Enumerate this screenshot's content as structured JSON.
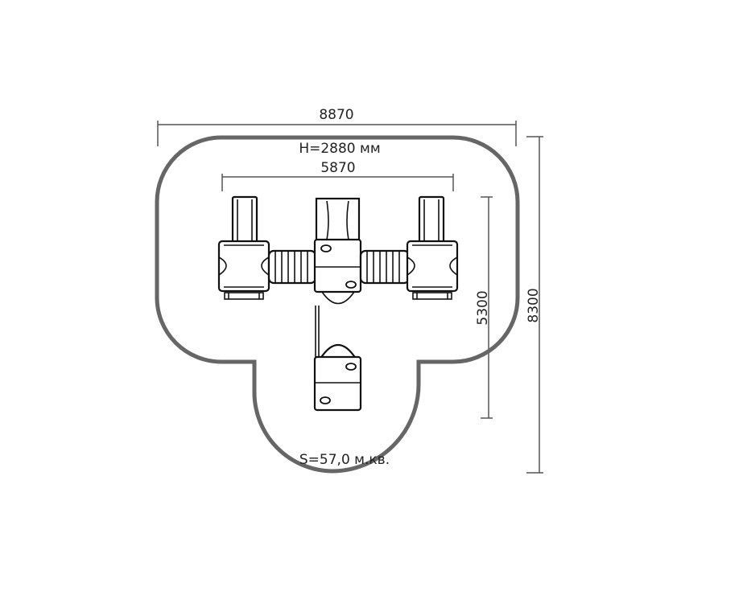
{
  "dimensions": {
    "overall_width": "8870",
    "height_label": "H=2880 мм",
    "inner_width": "5870",
    "inner_height": "5300",
    "overall_height": "8300"
  },
  "area_label": "S=57,0 м.кв."
}
